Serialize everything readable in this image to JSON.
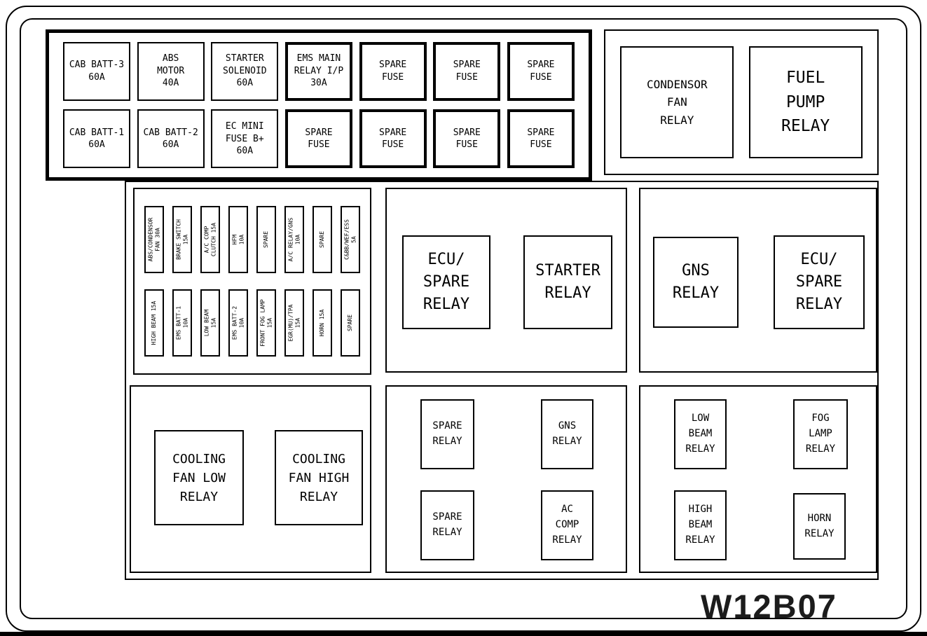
{
  "code_label": "W12B07",
  "main_fuse_panel": {
    "row1": [
      {
        "label": "CAB BATT-3\n60A"
      },
      {
        "label": "ABS\nMOTOR\n40A"
      },
      {
        "label": "STARTER\nSOLENOID\n60A"
      },
      {
        "label": "EMS MAIN\nRELAY I/P\n30A"
      },
      {
        "label": "SPARE\nFUSE"
      },
      {
        "label": "SPARE\nFUSE"
      },
      {
        "label": "SPARE\nFUSE"
      }
    ],
    "row2": [
      {
        "label": "CAB BATT-1\n60A"
      },
      {
        "label": "CAB BATT-2\n60A"
      },
      {
        "label": "EC MINI\nFUSE B+\n60A"
      },
      {
        "label": "SPARE\nFUSE"
      },
      {
        "label": "SPARE\nFUSE"
      },
      {
        "label": "SPARE\nFUSE"
      },
      {
        "label": "SPARE\nFUSE"
      }
    ]
  },
  "top_right_panel": {
    "condensor": "CONDENSOR\nFAN\nRELAY",
    "fuel_pump": "FUEL\nPUMP\nRELAY"
  },
  "mini_fuse_panel": {
    "row1": [
      "ABS/CONDENSOR\nFAN 30A",
      "BRAKE SWITCH\n15A",
      "A/C COMP\nCLUTCH 15A",
      "HFM\n10A",
      "SPARE",
      "A/C RELAY/GNS\n10A",
      "SPARE",
      "C&BB/WEF/ESS\n5A"
    ],
    "row2": [
      "HIGH BEAM 15A",
      "EMS BATT-1\n10A",
      "LOW BEAM\n15A",
      "EMS BATT-2\n10A",
      "FRONT FOG LAMP\n15A",
      "EGR(MU)/TPA\n15A",
      "HORN 15A",
      "SPARE"
    ]
  },
  "relay_panel_center_top": {
    "ecu_spare": "ECU/\nSPARE\nRELAY",
    "starter": "STARTER\nRELAY"
  },
  "relay_panel_right_top": {
    "gns": "GNS\nRELAY",
    "ecu_spare": "ECU/\nSPARE\nRELAY"
  },
  "cooling_panel": {
    "low": "COOLING\nFAN LOW\nRELAY",
    "high": "COOLING\nFAN HIGH\nRELAY"
  },
  "relay_panel_center_bottom": {
    "spare1": "SPARE\nRELAY",
    "gns": "GNS\nRELAY",
    "spare2": "SPARE\nRELAY",
    "ac_comp": "AC\nCOMP\nRELAY"
  },
  "relay_panel_right_bottom": {
    "low_beam": "LOW\nBEAM\nRELAY",
    "fog_lamp": "FOG\nLAMP\nRELAY",
    "high_beam": "HIGH\nBEAM\nRELAY",
    "horn": "HORN\nRELAY"
  }
}
